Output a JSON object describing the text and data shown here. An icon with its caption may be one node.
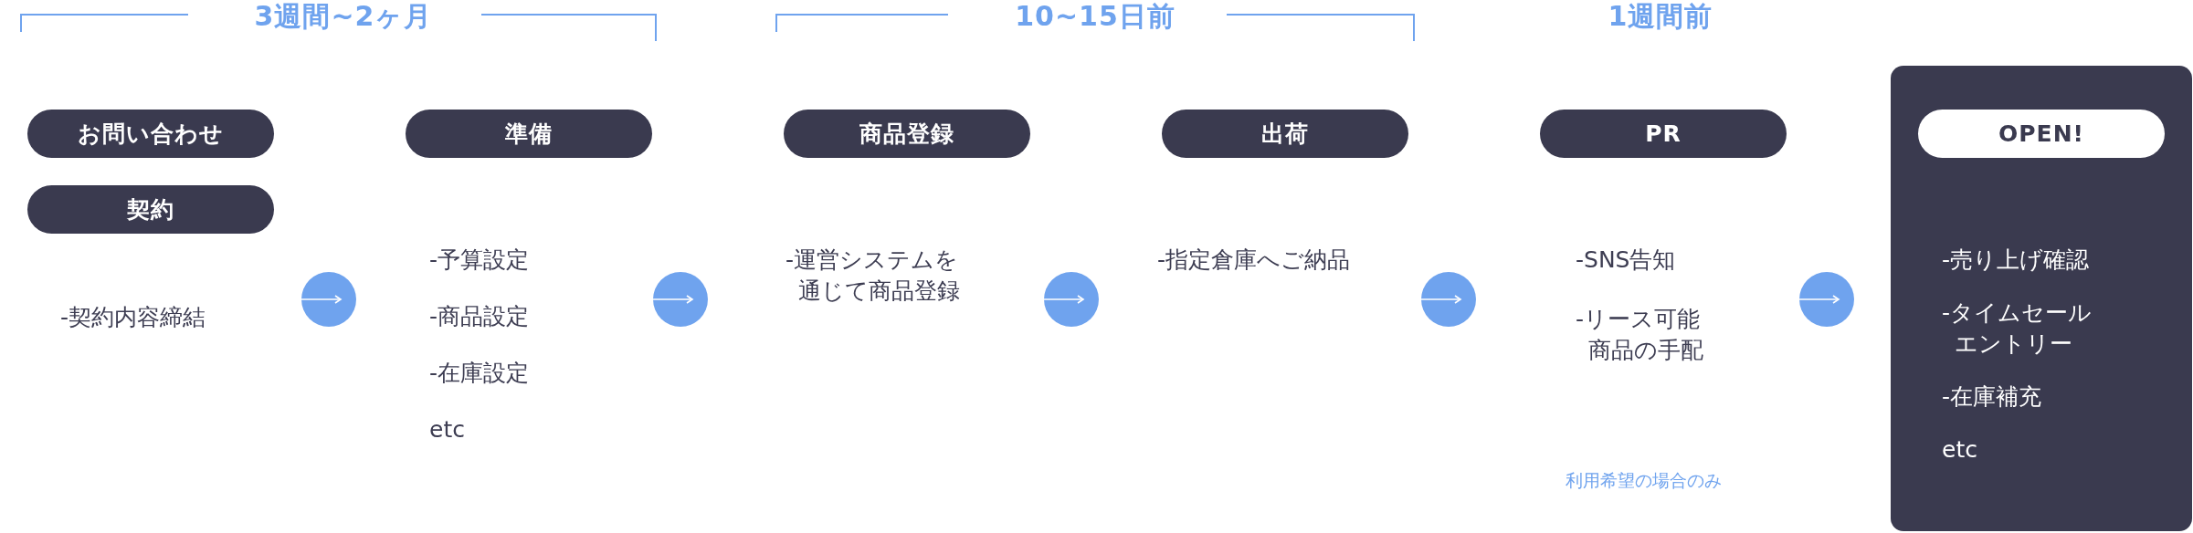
{
  "diagram": {
    "nodes": [
      {
        "text": [
          "お問い合わせ"
        ]
      },
      {
        "text": [
          "契約"
        ]
      },
      {
        "text": [
          "-契約内容締結"
        ]
      },
      {
        "text": [
          "準備"
        ]
      },
      {
        "text": [
          "-予算設定",
          "-商品設定",
          "-在庫設定",
          "etc"
        ]
      },
      {
        "text": [
          "商品登録"
        ]
      },
      {
        "text": [
          "-運営システムを通じて商品登録"
        ]
      },
      {
        "text": [
          "出荷"
        ]
      },
      {
        "text": [
          "-指定倉庫へご納品"
        ]
      },
      {
        "text": [
          "PR"
        ]
      },
      {
        "text": [
          "-SNS告知",
          "-リース可能商品の手配"
        ],
        "beside": [
          "利用希望の場合のみ"
        ]
      },
      {
        "text": [],
        "shape": "box"
      },
      {
        "text": [
          "OPEN!"
        ],
        "in": 11
      },
      {
        "text": [
          "-売り上げ確認",
          "-タイムセールエントリー",
          "-在庫補充",
          "etc"
        ],
        "in": 11
      }
    ],
    "edges": [
      {
        "from": 2,
        "to": 4,
        "arrow": "to"
      },
      {
        "from": 4,
        "to": 6,
        "arrow": "to"
      },
      {
        "from": 6,
        "to": 8,
        "arrow": "to"
      },
      {
        "from": 8,
        "to": 10,
        "arrow": "to"
      },
      {
        "from": 10,
        "to": 11,
        "arrow": "to"
      }
    ],
    "labels": [
      "3週間~2ヶ月",
      "10~15日前",
      "1週間前"
    ]
  }
}
